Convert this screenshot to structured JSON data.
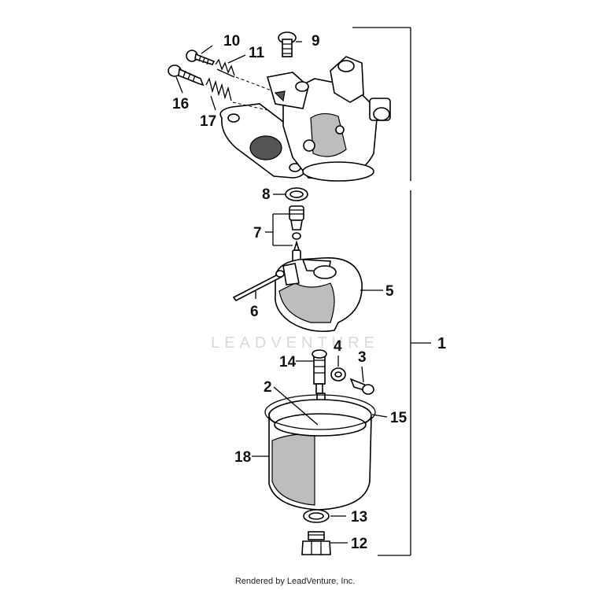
{
  "callouts": {
    "c1": "1",
    "c2": "2",
    "c3": "3",
    "c4": "4",
    "c5": "5",
    "c6": "6",
    "c7": "7",
    "c8": "8",
    "c9": "9",
    "c10": "10",
    "c11": "11",
    "c12": "12",
    "c13": "13",
    "c14": "14",
    "c15": "15",
    "c16": "16",
    "c17": "17",
    "c18": "18"
  },
  "watermark": "LEADVENTURE",
  "footer": "Rendered by LeadVenture, Inc."
}
